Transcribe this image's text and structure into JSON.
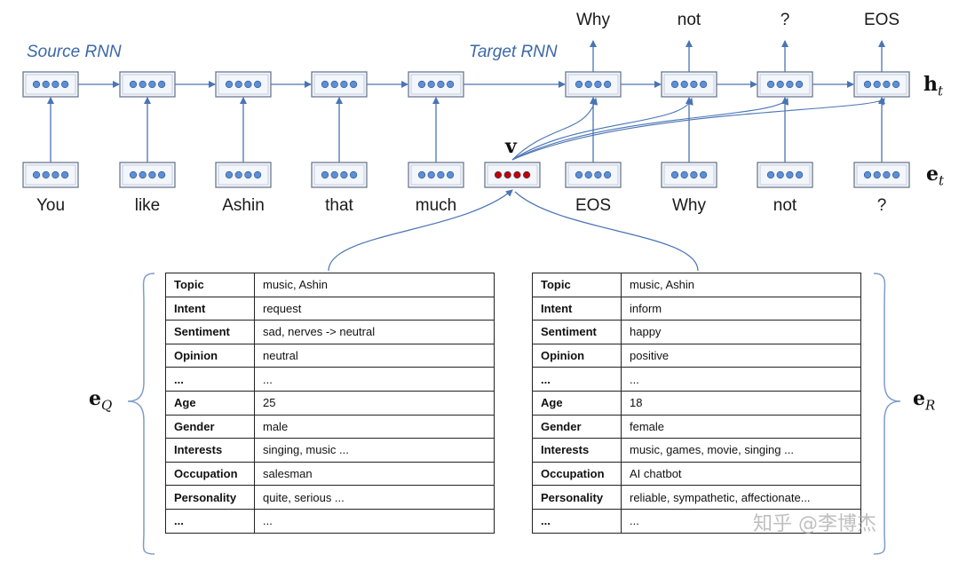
{
  "diagram": {
    "source_title": "Source RNN",
    "target_title": "Target RNN",
    "source_words": [
      "You",
      "like",
      "Ashin",
      "that",
      "much"
    ],
    "target_inputs": [
      "EOS",
      "Why",
      "not",
      "?"
    ],
    "target_outputs": [
      "Why",
      "not",
      "?",
      "EOS"
    ],
    "v_label": "v",
    "h_label": "h",
    "h_sub": "t",
    "e_label": "e",
    "e_sub": "t",
    "eq_label": "e",
    "eq_sub": "Q",
    "er_label": "e",
    "er_sub": "R"
  },
  "profile_q": [
    [
      "Topic",
      "music, Ashin"
    ],
    [
      "Intent",
      "request"
    ],
    [
      "Sentiment",
      "sad, nerves -> neutral"
    ],
    [
      "Opinion",
      "neutral"
    ],
    [
      "...",
      "..."
    ],
    [
      "Age",
      "25"
    ],
    [
      "Gender",
      "male"
    ],
    [
      "Interests",
      "singing, music ..."
    ],
    [
      "Occupation",
      "salesman"
    ],
    [
      "Personality",
      "quite, serious ..."
    ],
    [
      "...",
      "..."
    ]
  ],
  "profile_r": [
    [
      "Topic",
      "music, Ashin"
    ],
    [
      "Intent",
      "inform"
    ],
    [
      "Sentiment",
      "happy"
    ],
    [
      "Opinion",
      "positive"
    ],
    [
      "...",
      "..."
    ],
    [
      "Age",
      "18"
    ],
    [
      "Gender",
      "female"
    ],
    [
      "Interests",
      "music, games, movie, singing ..."
    ],
    [
      "Occupation",
      "AI chatbot"
    ],
    [
      "Personality",
      "reliable, sympathetic, affectionate..."
    ],
    [
      "...",
      "..."
    ]
  ],
  "watermark": "知乎 @李博杰",
  "colors": {
    "cell_fill": "#5b8fd6",
    "v_cell_fill": "#c00000",
    "arrow": "#4a74b4",
    "rnn_title": "#3c68a8"
  }
}
